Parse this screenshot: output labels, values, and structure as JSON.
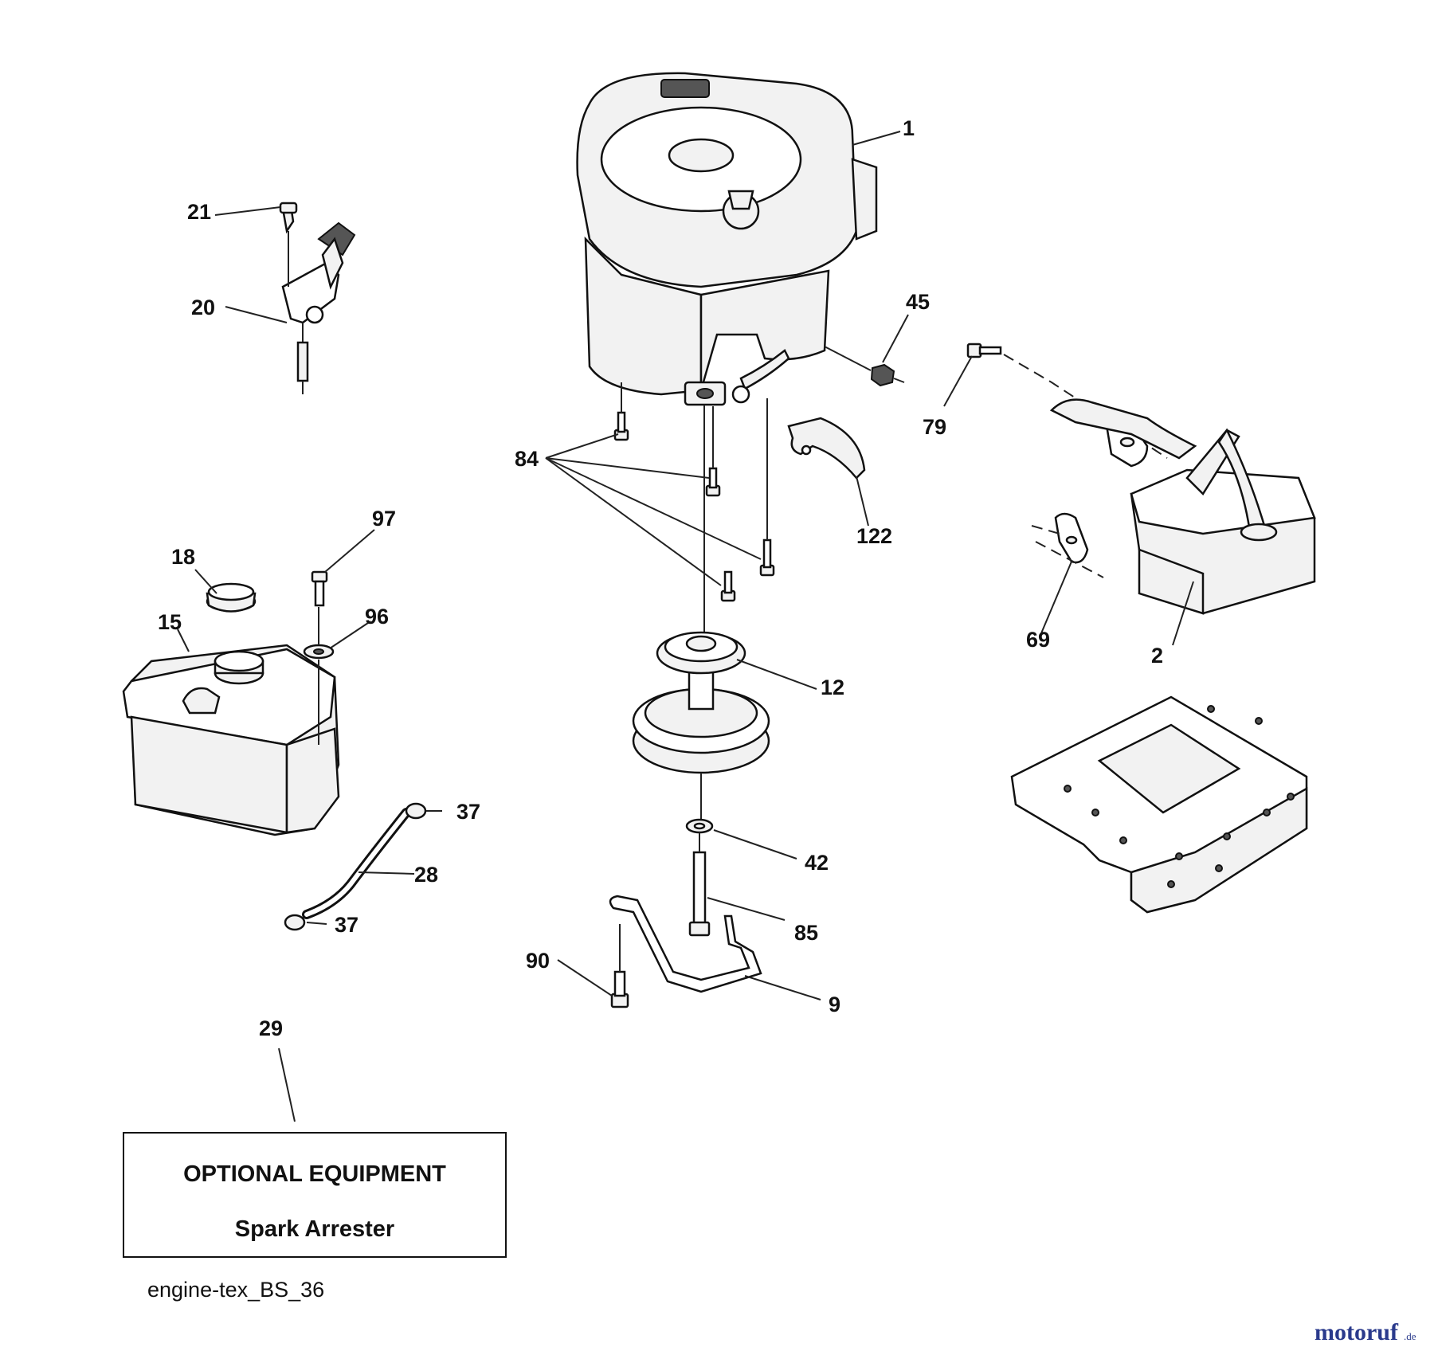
{
  "parts": [
    {
      "id": "1",
      "name": "engine"
    },
    {
      "id": "2",
      "name": "muffler"
    },
    {
      "id": "9",
      "name": "belt-guide"
    },
    {
      "id": "12",
      "name": "engine-pulley"
    },
    {
      "id": "15",
      "name": "fuel-tank"
    },
    {
      "id": "18",
      "name": "fuel-cap"
    },
    {
      "id": "20",
      "name": "throttle-control"
    },
    {
      "id": "21",
      "name": "throttle-screw"
    },
    {
      "id": "28",
      "name": "fuel-line"
    },
    {
      "id": "29",
      "name": "spark-arrester"
    },
    {
      "id": "37",
      "name": "hose-clamp"
    },
    {
      "id": "42",
      "name": "washer"
    },
    {
      "id": "45",
      "name": "nut"
    },
    {
      "id": "69",
      "name": "muffler-gasket"
    },
    {
      "id": "79",
      "name": "muffler-bolt"
    },
    {
      "id": "84",
      "name": "engine-mount-bolts"
    },
    {
      "id": "85",
      "name": "pulley-bolt"
    },
    {
      "id": "90",
      "name": "guide-bolt"
    },
    {
      "id": "96",
      "name": "tank-washer"
    },
    {
      "id": "97",
      "name": "tank-bolt"
    },
    {
      "id": "122",
      "name": "heat-shield"
    }
  ],
  "labels": {
    "l1": "1",
    "l2": "2",
    "l9": "9",
    "l12": "12",
    "l15": "15",
    "l18": "18",
    "l20": "20",
    "l21": "21",
    "l28": "28",
    "l29": "29",
    "l37a": "37",
    "l37b": "37",
    "l42": "42",
    "l45": "45",
    "l69": "69",
    "l79": "79",
    "l84": "84",
    "l85": "85",
    "l90": "90",
    "l96": "96",
    "l97": "97",
    "l122": "122"
  },
  "optional_box": {
    "title": "OPTIONAL EQUIPMENT",
    "item": "Spark Arrester"
  },
  "caption": "engine-tex_BS_36",
  "watermark": {
    "main": "motoruf",
    "sub": ".de"
  },
  "colors": {
    "line": "#111111",
    "fill": "#f2f2f2",
    "watermark": "#2a3a8c"
  }
}
